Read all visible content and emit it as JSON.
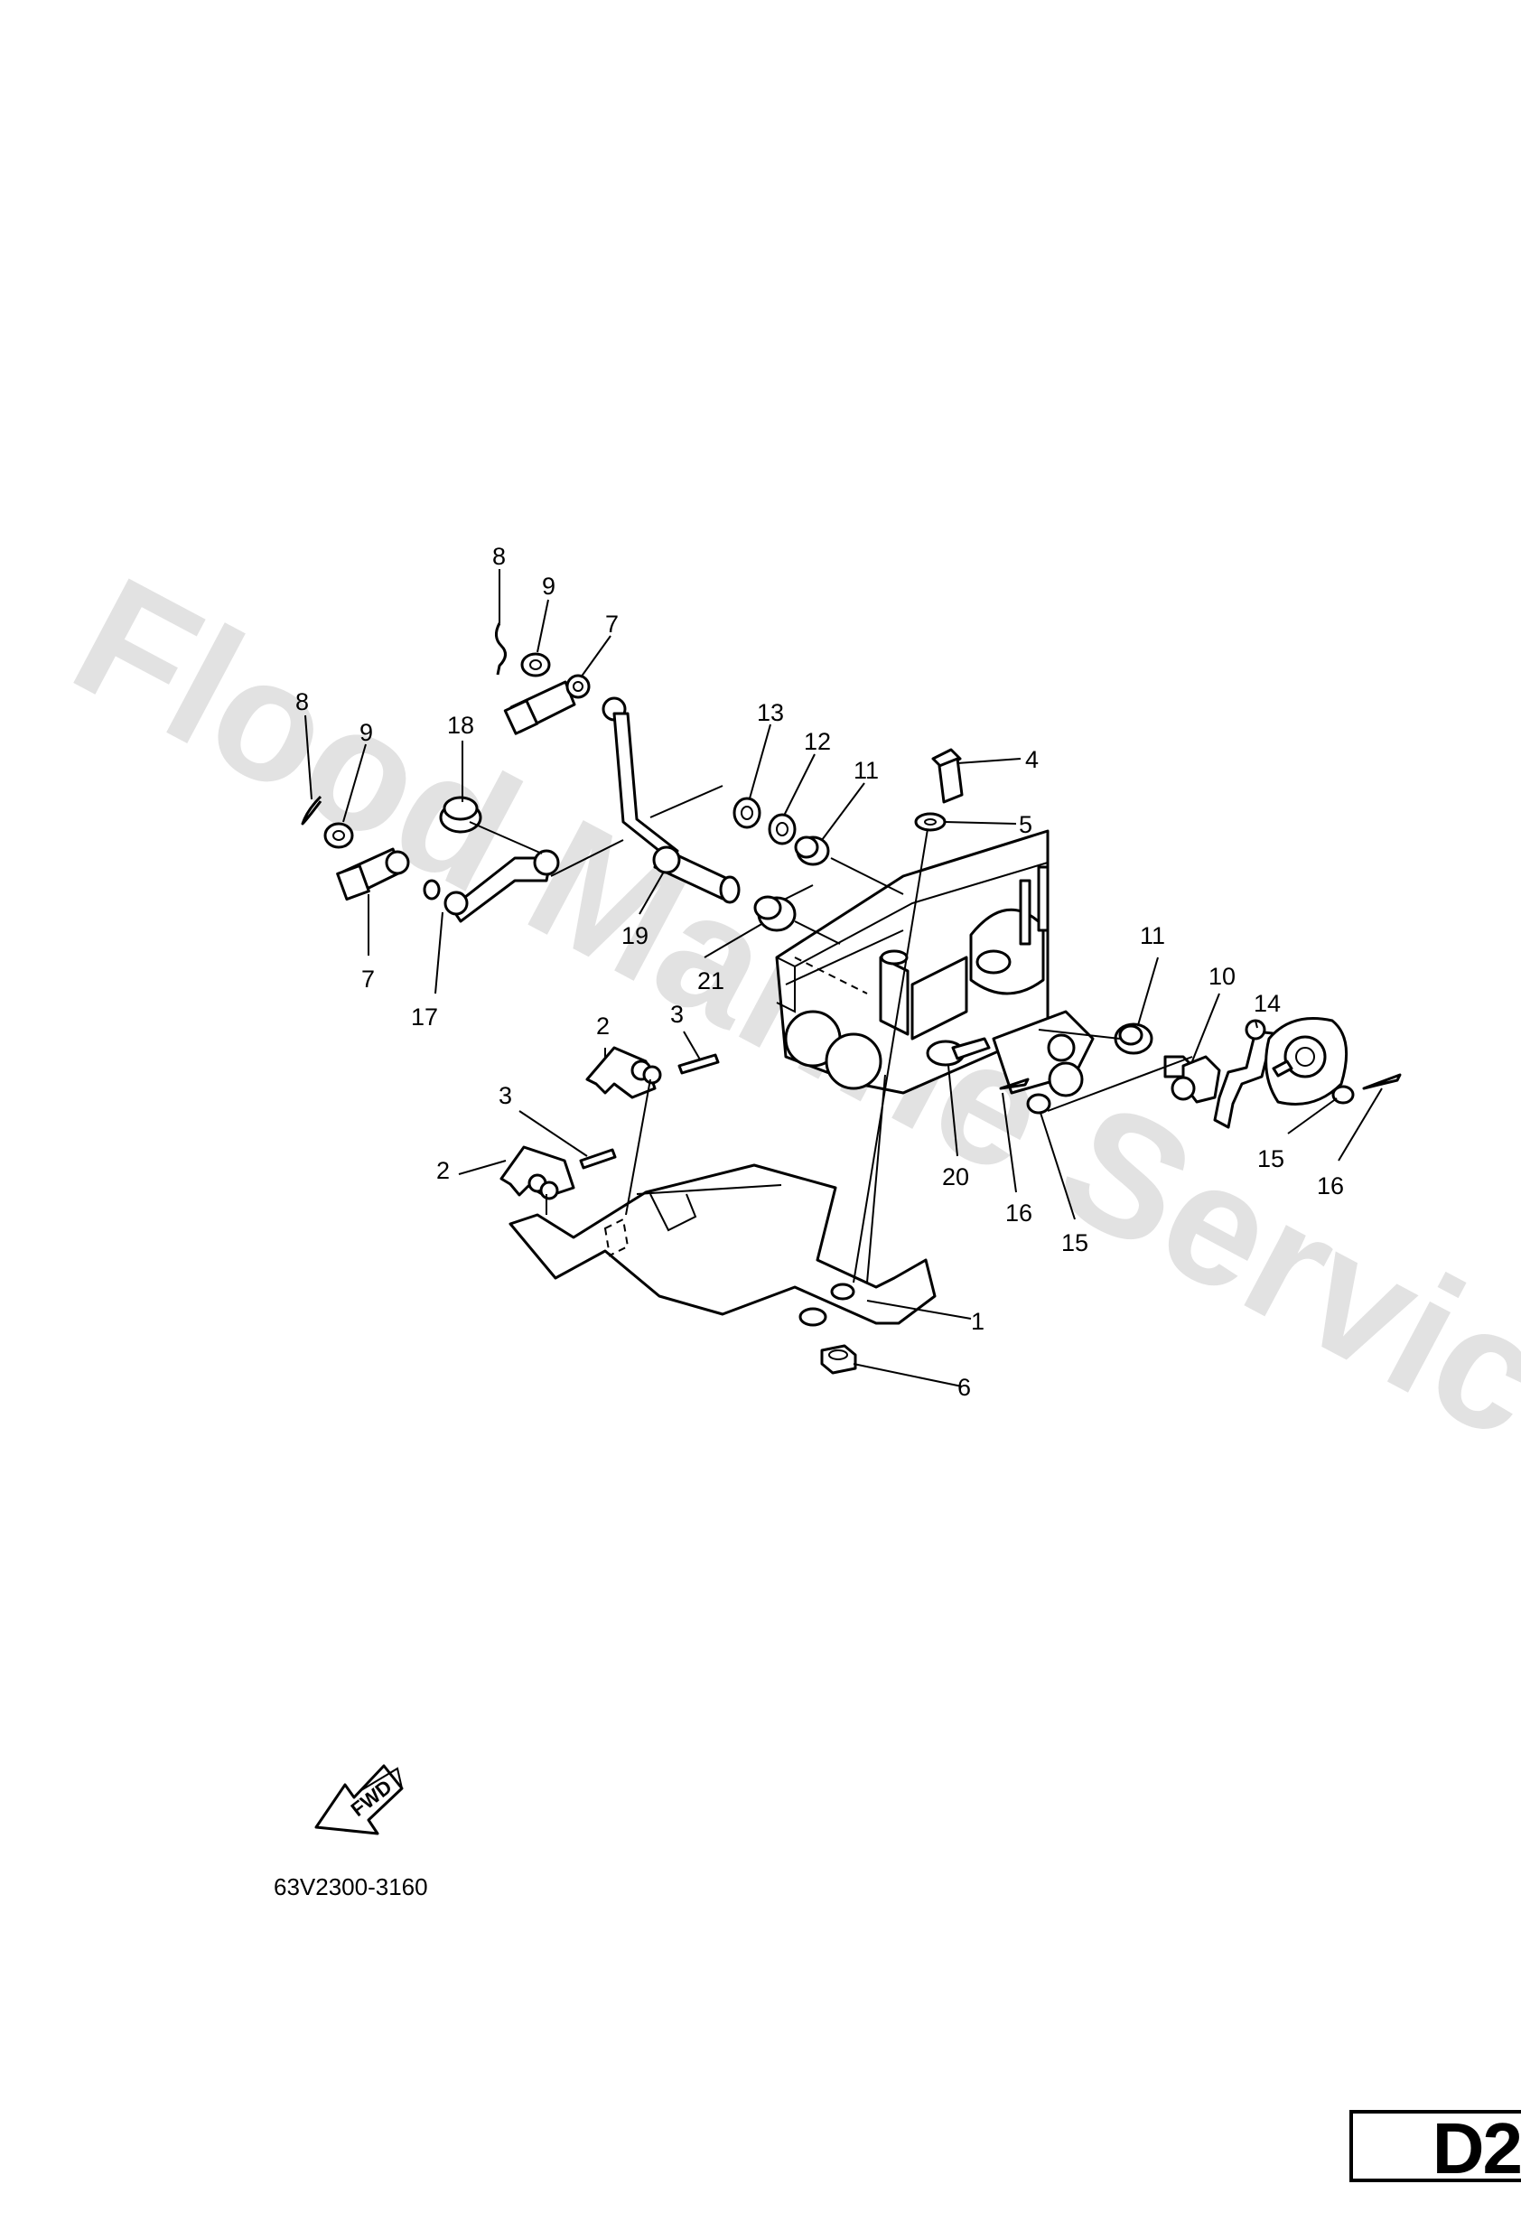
{
  "watermark": "Flood Marine Services",
  "diagram_code": "63V2300-3160",
  "fwd_label": "FWD",
  "page_label": "D2",
  "callouts": [
    "8",
    "9",
    "7",
    "8",
    "9",
    "18",
    "13",
    "12",
    "11",
    "4",
    "5",
    "19",
    "21",
    "7",
    "17",
    "11",
    "10",
    "14",
    "2",
    "3",
    "3",
    "2",
    "20",
    "16",
    "15",
    "15",
    "16",
    "1",
    "6"
  ]
}
